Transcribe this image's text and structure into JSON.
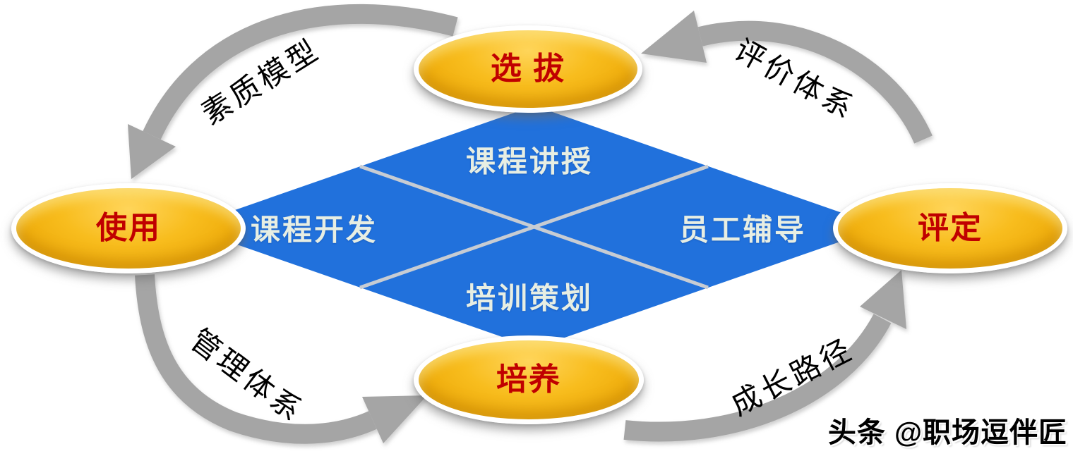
{
  "nodes": {
    "top": {
      "label": "选 拔"
    },
    "left": {
      "label": "使用"
    },
    "right": {
      "label": "评定"
    },
    "bottom": {
      "label": "培养"
    }
  },
  "diamond_sections": {
    "top": "课程讲授",
    "left": "课程开发",
    "right": "员工辅导",
    "bottom": "培训策划"
  },
  "arc_labels": {
    "top_left": "素质模型",
    "top_right": "评价体系",
    "bottom_left": "管理体系",
    "bottom_right": "成长路径"
  },
  "watermark": "头条 @职场逗伴匠",
  "cycle_order": [
    "选 拔",
    "使用",
    "培养",
    "评定"
  ],
  "colors": {
    "node_gradient": [
      "#FFD55A",
      "#F8BD1E",
      "#DE9E03"
    ],
    "node_ring": "#FFFFFF",
    "node_text": "#C00000",
    "diamond_fill": "#2171DC",
    "diamond_text": "#E7EEE3",
    "divider_lines": "#C7CCD3",
    "arrows": "#A5A5A5",
    "arc_label_text": "#000000",
    "watermark_text": "#000000"
  }
}
